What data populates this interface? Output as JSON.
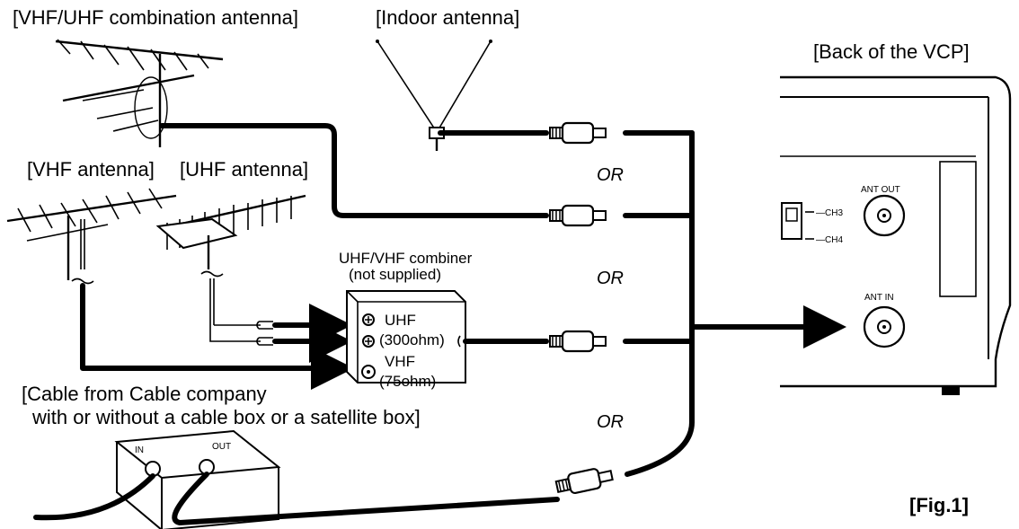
{
  "labels": {
    "vhf_uhf_combo": "[VHF/UHF combination antenna]",
    "indoor": "[Indoor antenna]",
    "vhf_antenna": "[VHF antenna]",
    "uhf_antenna": "[UHF antenna]",
    "back_vcp": "[Back of the VCP]",
    "combiner_line1": "UHF/VHF combiner",
    "combiner_line2": "(not supplied)",
    "uhf_port": "UHF",
    "uhf_ohm": "(300ohm)",
    "vhf_port": "VHF",
    "vhf_ohm": "(75ohm)",
    "cable_line1": "[Cable from Cable company",
    "cable_line2": "with or without a cable box or a satellite box]",
    "cable_box_in": "IN",
    "cable_box_out": "OUT",
    "ant_out": "ANT OUT",
    "ant_in": "ANT IN",
    "ch3": "CH3",
    "ch4": "CH4",
    "figure": "[Fig.1]"
  },
  "or_labels": [
    "OR",
    "OR",
    "OR"
  ]
}
